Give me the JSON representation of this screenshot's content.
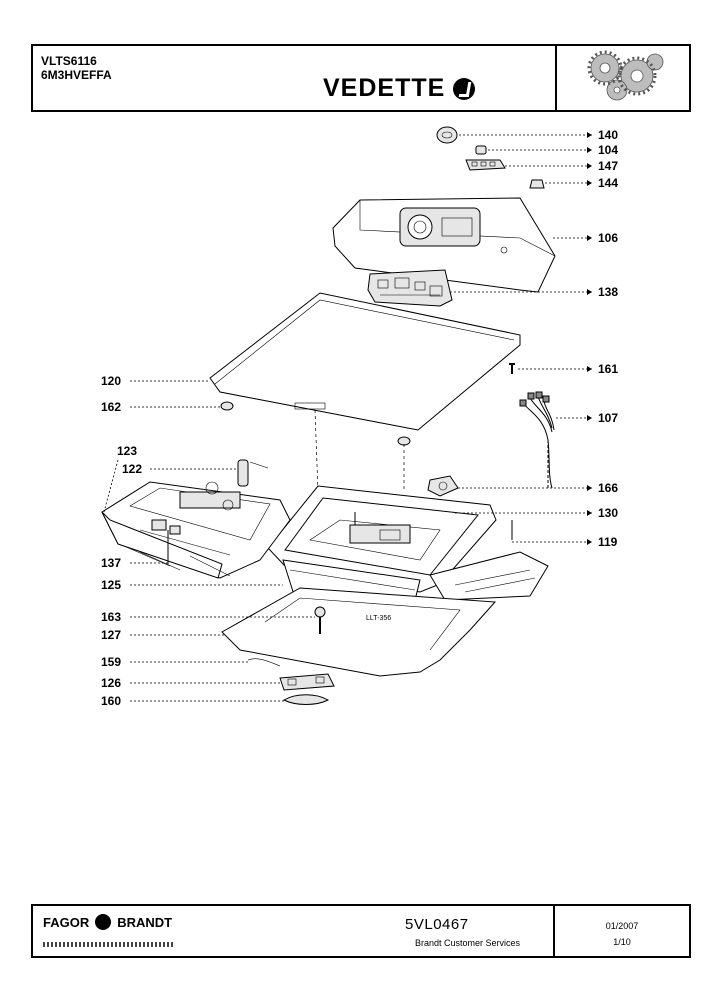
{
  "header": {
    "model_line1": "VLTS6116",
    "model_line2": "6M3HVEFFA",
    "brand": "VEDETTE",
    "brand_icon": "vedette-logo-icon",
    "gear_icon": "gears-icon"
  },
  "callouts": [
    {
      "label": "140",
      "side": "right"
    },
    {
      "label": "104",
      "side": "right"
    },
    {
      "label": "147",
      "side": "right"
    },
    {
      "label": "144",
      "side": "right"
    },
    {
      "label": "106",
      "side": "right"
    },
    {
      "label": "138",
      "side": "right"
    },
    {
      "label": "161",
      "side": "right"
    },
    {
      "label": "107",
      "side": "right"
    },
    {
      "label": "166",
      "side": "right"
    },
    {
      "label": "130",
      "side": "right"
    },
    {
      "label": "119",
      "side": "right"
    },
    {
      "label": "120",
      "side": "left"
    },
    {
      "label": "162",
      "side": "left"
    },
    {
      "label": "123",
      "side": "left"
    },
    {
      "label": "122",
      "side": "left"
    },
    {
      "label": "137",
      "side": "left"
    },
    {
      "label": "125",
      "side": "left"
    },
    {
      "label": "163",
      "side": "left"
    },
    {
      "label": "127",
      "side": "left"
    },
    {
      "label": "159",
      "side": "left"
    },
    {
      "label": "126",
      "side": "left"
    },
    {
      "label": "160",
      "side": "left"
    }
  ],
  "diagram_stamp": "LLT-356",
  "footer": {
    "maker_left": "FAGOR",
    "maker_right": "BRANDT",
    "maker_icon": "fagorbrandt-logo-icon",
    "doc_number": "5VL0467",
    "service": "Brandt Customer Services",
    "date": "01/2007",
    "page": "1/10"
  }
}
